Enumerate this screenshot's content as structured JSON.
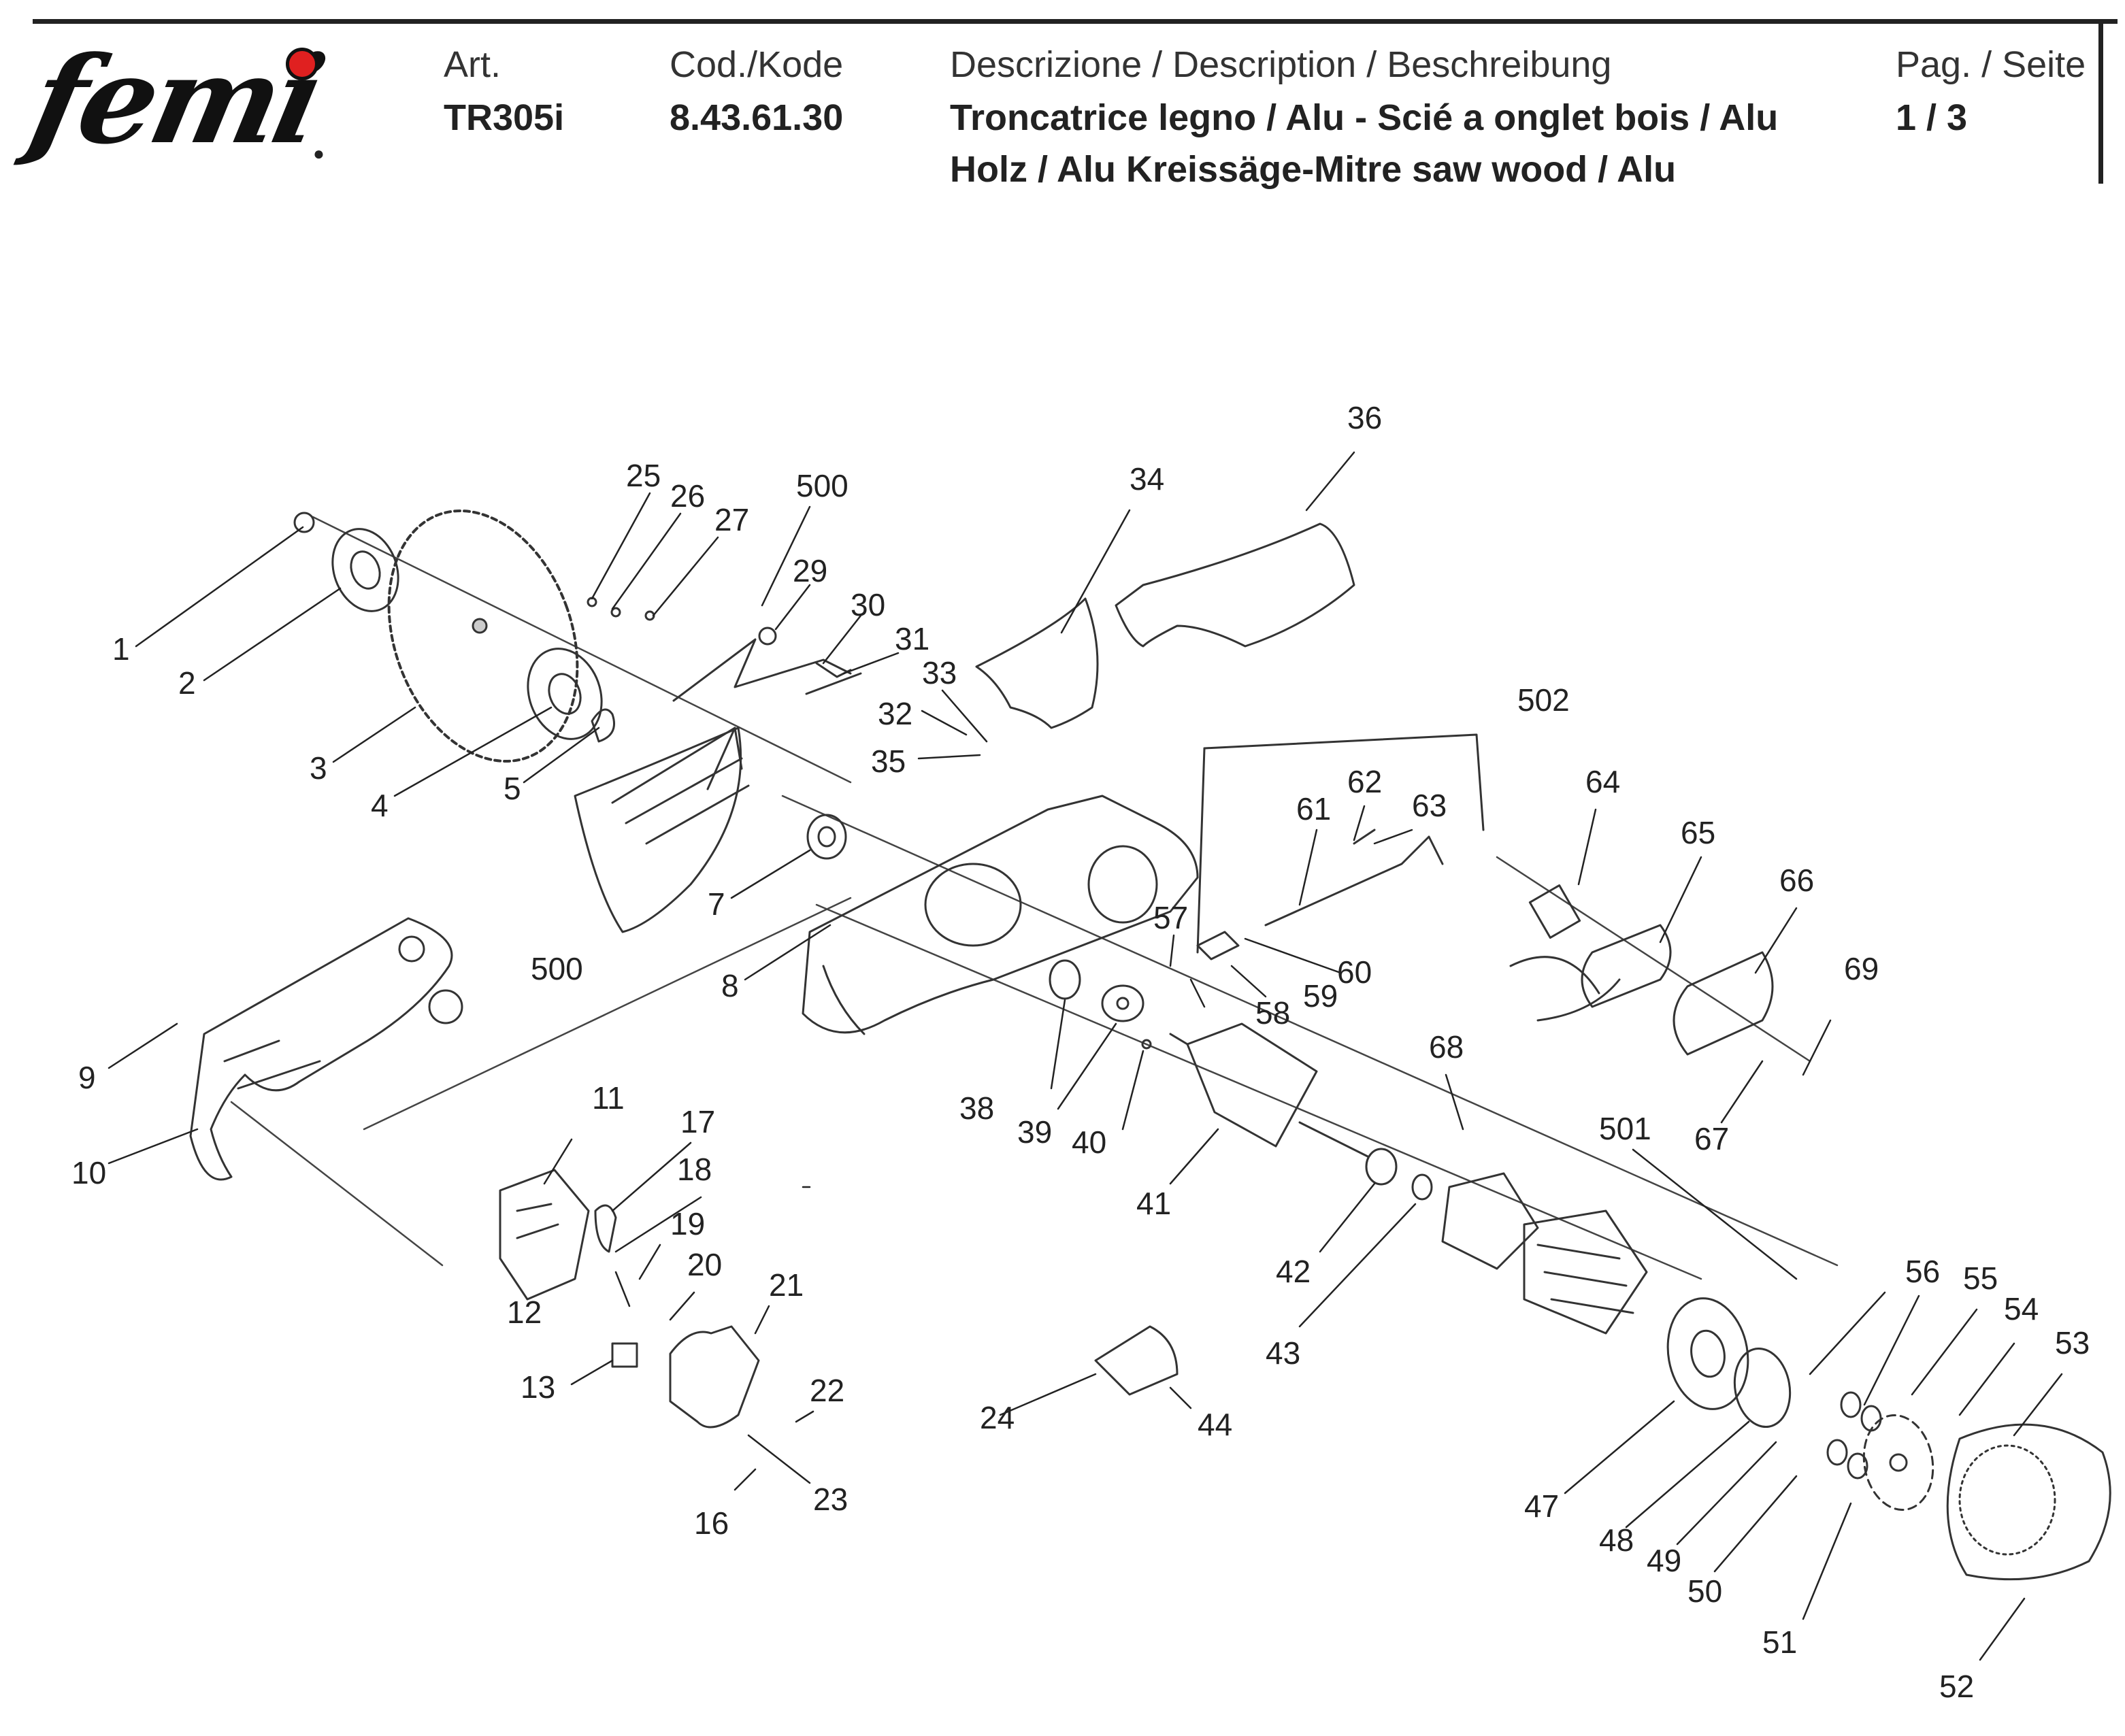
{
  "header": {
    "logo_text": "femi",
    "art_label": "Art.",
    "art_value": "TR305i",
    "code_label": "Cod./Kode",
    "code_value": "8.43.61.30",
    "desc_label": "Descrizione / Description / Beschreibung",
    "desc_line1": "Troncatrice legno / Alu - Scié a onglet bois / Alu",
    "desc_line2": "Holz / Alu Kreissäge-Mitre saw wood / Alu",
    "page_label": "Pag. / Seite",
    "page_value": "1 / 3"
  },
  "callouts": [
    "1",
    "2",
    "3",
    "4",
    "5",
    "7",
    "8",
    "9",
    "10",
    "11",
    "12",
    "13",
    "16",
    "17",
    "18",
    "19",
    "20",
    "21",
    "22",
    "23",
    "24",
    "25",
    "26",
    "27",
    "29",
    "30",
    "31",
    "32",
    "33",
    "34",
    "35",
    "36",
    "38",
    "39",
    "40",
    "41",
    "42",
    "43",
    "44",
    "47",
    "48",
    "49",
    "50",
    "51",
    "52",
    "53",
    "54",
    "55",
    "56",
    "57",
    "58",
    "59",
    "60",
    "61",
    "62",
    "63",
    "64",
    "65",
    "66",
    "67",
    "68",
    "69",
    "500",
    "500",
    "501",
    "502"
  ]
}
